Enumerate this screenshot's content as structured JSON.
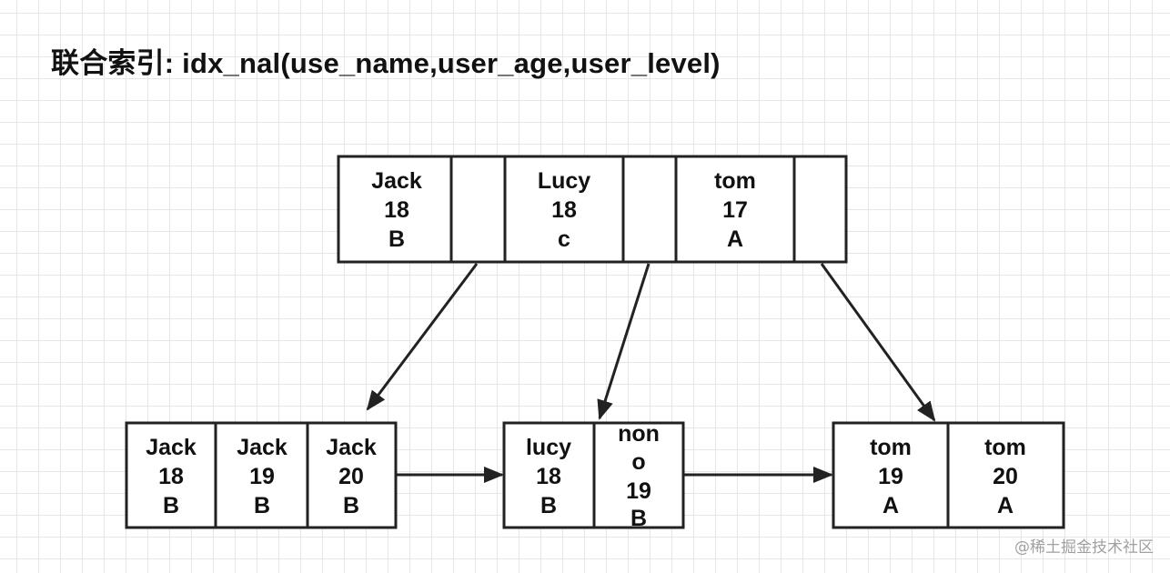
{
  "title": "联合索引: idx_nal(use_name,user_age,user_level)",
  "watermark": "@稀土掘金技术社区",
  "root_node": {
    "keys": [
      {
        "lines": [
          "Jack",
          "18",
          "B"
        ]
      },
      {
        "lines": [
          "Lucy",
          "18",
          "c"
        ]
      },
      {
        "lines": [
          "tom",
          "17",
          "A"
        ]
      }
    ]
  },
  "leaf_nodes": [
    {
      "keys": [
        {
          "lines": [
            "Jack",
            "18",
            "B"
          ]
        },
        {
          "lines": [
            "Jack",
            "19",
            "B"
          ]
        },
        {
          "lines": [
            "Jack",
            "20",
            "B"
          ]
        }
      ]
    },
    {
      "keys": [
        {
          "lines": [
            "lucy",
            "18",
            "B"
          ]
        },
        {
          "lines": [
            "non",
            "o",
            "19",
            "B"
          ]
        }
      ]
    },
    {
      "keys": [
        {
          "lines": [
            "tom",
            "19",
            "A"
          ]
        },
        {
          "lines": [
            "tom",
            "20",
            "A"
          ]
        }
      ]
    }
  ],
  "colors": {
    "stroke": "#222222",
    "text": "#111111",
    "grid": "#e6e6e6"
  }
}
